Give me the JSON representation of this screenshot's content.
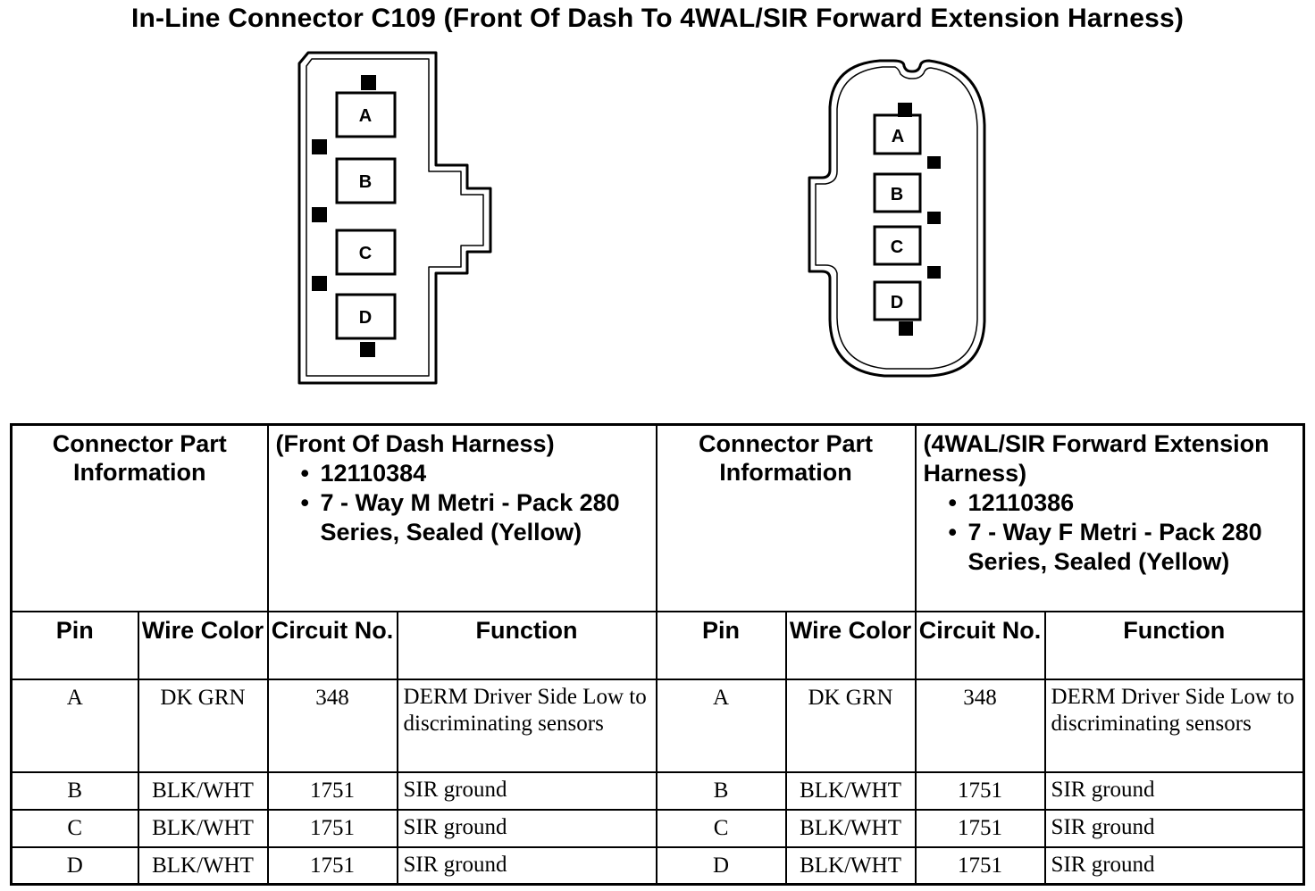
{
  "title": "In-Line Connector C109 (Front Of Dash To 4WAL/SIR Forward Extension Harness)",
  "left_connector": {
    "pins": [
      "A",
      "B",
      "C",
      "D"
    ]
  },
  "right_connector": {
    "pins": [
      "A",
      "B",
      "C",
      "D"
    ]
  },
  "table": {
    "left": {
      "part_info_label": "Connector Part Information",
      "harness": "(Front Of Dash Harness)",
      "part_number": "12110384",
      "description": "7 - Way M Metri - Pack 280 Series, Sealed (Yellow)",
      "headers": {
        "pin": "Pin",
        "wire_color": "Wire Color",
        "circuit": "Circuit No.",
        "function": "Function"
      },
      "rows": [
        {
          "pin": "A",
          "wire_color": "DK GRN",
          "circuit": "348",
          "function": "DERM Driver Side Low to discriminating sensors"
        },
        {
          "pin": "B",
          "wire_color": "BLK/WHT",
          "circuit": "1751",
          "function": "SIR ground"
        },
        {
          "pin": "C",
          "wire_color": "BLK/WHT",
          "circuit": "1751",
          "function": "SIR ground"
        },
        {
          "pin": "D",
          "wire_color": "BLK/WHT",
          "circuit": "1751",
          "function": "SIR ground"
        }
      ]
    },
    "right": {
      "part_info_label": "Connector Part Information",
      "harness": "(4WAL/SIR Forward Extension Harness)",
      "part_number": "12110386",
      "description": "7 - Way F Metri - Pack 280 Series, Sealed (Yellow)",
      "headers": {
        "pin": "Pin",
        "wire_color": "Wire Color",
        "circuit": "Circuit No.",
        "function": "Function"
      },
      "rows": [
        {
          "pin": "A",
          "wire_color": "DK GRN",
          "circuit": "348",
          "function": "DERM Driver Side Low to discriminating sensors"
        },
        {
          "pin": "B",
          "wire_color": "BLK/WHT",
          "circuit": "1751",
          "function": "SIR ground"
        },
        {
          "pin": "C",
          "wire_color": "BLK/WHT",
          "circuit": "1751",
          "function": "SIR ground"
        },
        {
          "pin": "D",
          "wire_color": "BLK/WHT",
          "circuit": "1751",
          "function": "SIR ground"
        }
      ]
    }
  }
}
